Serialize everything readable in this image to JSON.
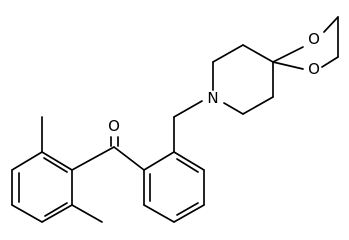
{
  "molecule": {
    "atoms": {
      "carbonyl_oxygen": "O",
      "piperidine_nitrogen": "N",
      "dioxolane_oxygen_top": "O",
      "dioxolane_oxygen_bottom": "O"
    },
    "colors": {
      "bond": "#000000",
      "label": "#000000",
      "background": "#ffffff"
    }
  }
}
